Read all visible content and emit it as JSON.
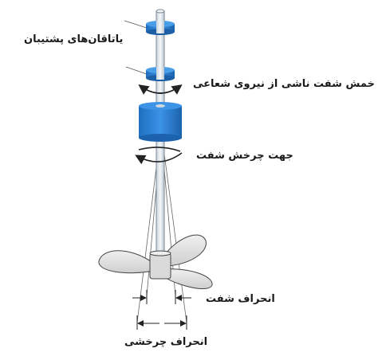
{
  "labels": {
    "support_bearings": "یاتاقان‌های پشتیبان",
    "shaft_bending": "خمش شفت ناشی از نیروی شعاعی",
    "rotation_direction": "جهت چرخش شفت",
    "shaft_deflection": "انحراف شفت",
    "rotational_deflection": "انحراف چرخشی"
  },
  "colors": {
    "bearing_blue": "#2b7fd4",
    "bearing_dark": "#1d5fa6",
    "shaft": "#e8eef3",
    "propeller": "#e3e3e3",
    "line": "#333333"
  }
}
